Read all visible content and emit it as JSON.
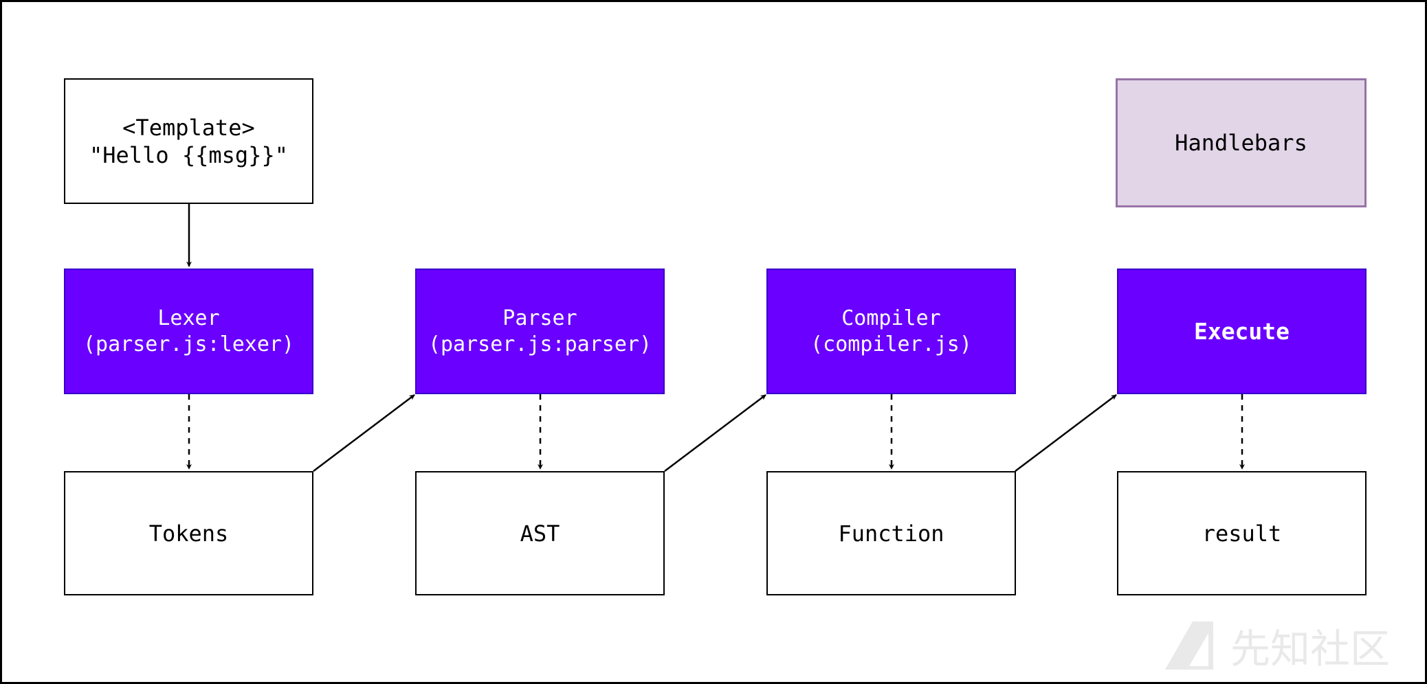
{
  "diagram": {
    "nodes": {
      "template": "<Template>\n\"Hello {{msg}}\"",
      "handlebars": "Handlebars",
      "lexer": "Lexer\n(parser.js:lexer)",
      "parser": "Parser\n(parser.js:parser)",
      "compiler": "Compiler\n(compiler.js)",
      "execute": "Execute",
      "tokens": "Tokens",
      "ast": "AST",
      "function": "Function",
      "result": "result"
    },
    "colors": {
      "stage_fill": "#6a00ff",
      "stage_border": "#3700cc",
      "legend_fill": "#e1d5e7",
      "legend_border": "#9673a6",
      "line": "#000000"
    },
    "edges": [
      {
        "from": "template",
        "to": "lexer",
        "style": "solid"
      },
      {
        "from": "lexer",
        "to": "tokens",
        "style": "dashed"
      },
      {
        "from": "tokens",
        "to": "parser",
        "style": "solid"
      },
      {
        "from": "parser",
        "to": "ast",
        "style": "dashed"
      },
      {
        "from": "ast",
        "to": "compiler",
        "style": "solid"
      },
      {
        "from": "compiler",
        "to": "function",
        "style": "dashed"
      },
      {
        "from": "function",
        "to": "execute",
        "style": "solid"
      },
      {
        "from": "execute",
        "to": "result",
        "style": "dashed"
      }
    ]
  },
  "watermark": {
    "text": "先知社区"
  }
}
